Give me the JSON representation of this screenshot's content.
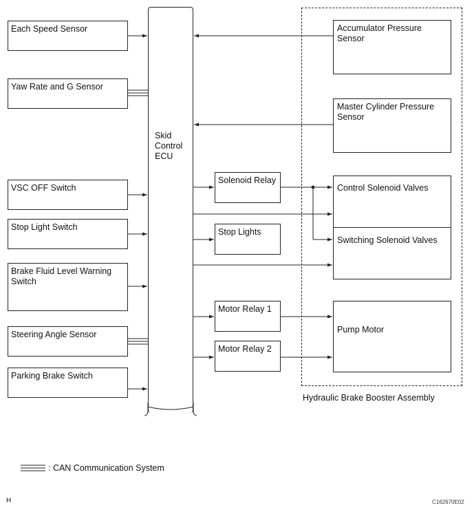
{
  "ecu": {
    "label": "Skid\nControl\nECU"
  },
  "inputs": [
    {
      "label": "Each Speed Sensor",
      "can": false
    },
    {
      "label": "Yaw Rate and G Sensor",
      "can": true
    },
    {
      "label": "VSC OFF Switch",
      "can": false
    },
    {
      "label": "Stop Light Switch",
      "can": false
    },
    {
      "label": "Brake Fluid Level Warning\nSwitch",
      "can": false
    },
    {
      "label": "Steering Angle Sensor",
      "can": true
    },
    {
      "label": "Parking Brake Switch",
      "can": false
    }
  ],
  "outputs": [
    {
      "label": "Solenoid Relay"
    },
    {
      "label": "Stop Lights"
    },
    {
      "label": "Motor Relay 1"
    },
    {
      "label": "Motor Relay 2"
    }
  ],
  "assembly": {
    "label": "Hydraulic Brake Booster Assembly",
    "components": [
      {
        "label": "Accumulator Pressure\nSensor"
      },
      {
        "label": "Master Cylinder Pressure\nSensor"
      },
      {
        "label": "Control Solenoid Valves"
      },
      {
        "label": "Switching Solenoid Valves"
      },
      {
        "label": "Pump Motor"
      }
    ]
  },
  "legend": {
    "label": ": CAN Communication System"
  },
  "corner_left": "H",
  "corner_right": "C162670E02"
}
